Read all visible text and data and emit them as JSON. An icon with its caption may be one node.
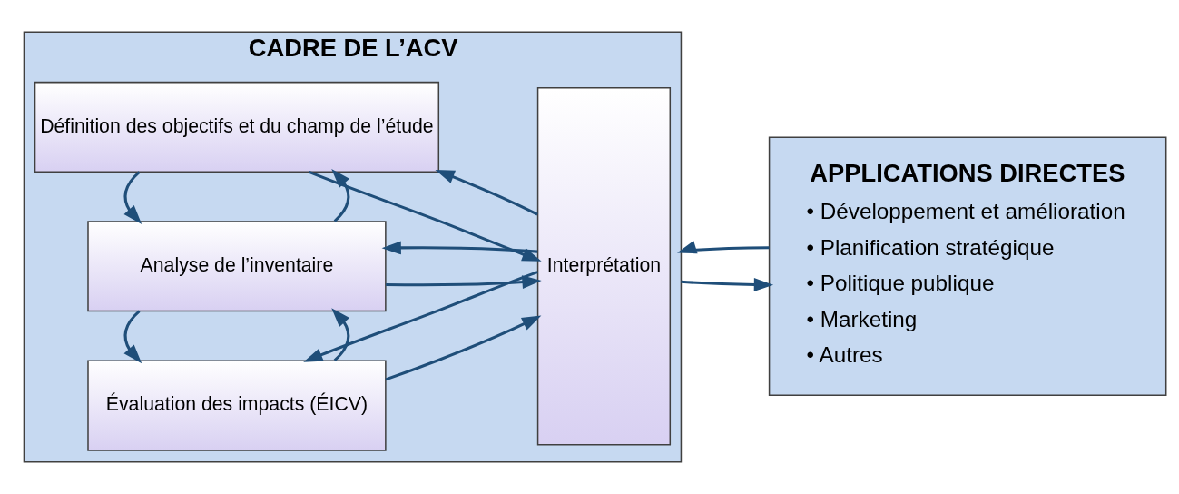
{
  "diagram": {
    "nodes": [
      {
        "text": [
          "CADRE DE L’ACV"
        ]
      },
      {
        "text": [
          "Définition des objectifs et du champ de l’étude"
        ],
        "in": 0
      },
      {
        "text": [
          "Analyse de l’inventaire"
        ],
        "in": 0
      },
      {
        "text": [
          "Évaluation des impacts (ÉICV)"
        ],
        "in": 0
      },
      {
        "text": [
          "Interprétation"
        ],
        "in": 0
      },
      {
        "text": [
          "APPLICATIONS DIRECTES",
          "• Développement et amélioration",
          "• Planification stratégique",
          "• Politique publique",
          "• Marketing",
          "• Autres"
        ]
      }
    ],
    "edges": [
      {
        "from": 1,
        "to": 4,
        "arrow": "to"
      },
      {
        "from": 4,
        "to": 1,
        "arrow": "to"
      },
      {
        "from": 2,
        "to": 1,
        "arrow": "to"
      },
      {
        "from": 1,
        "to": 2,
        "arrow": "to"
      },
      {
        "from": 2,
        "to": 4,
        "arrow": "to"
      },
      {
        "from": 4,
        "to": 2,
        "arrow": "to"
      },
      {
        "from": 3,
        "to": 2,
        "arrow": "to"
      },
      {
        "from": 2,
        "to": 3,
        "arrow": "to"
      },
      {
        "from": 3,
        "to": 4,
        "arrow": "to"
      },
      {
        "from": 4,
        "to": 3,
        "arrow": "to"
      },
      {
        "from": 0,
        "to": 5,
        "arrow": "to"
      },
      {
        "from": 5,
        "to": 0,
        "arrow": "to"
      }
    ]
  }
}
